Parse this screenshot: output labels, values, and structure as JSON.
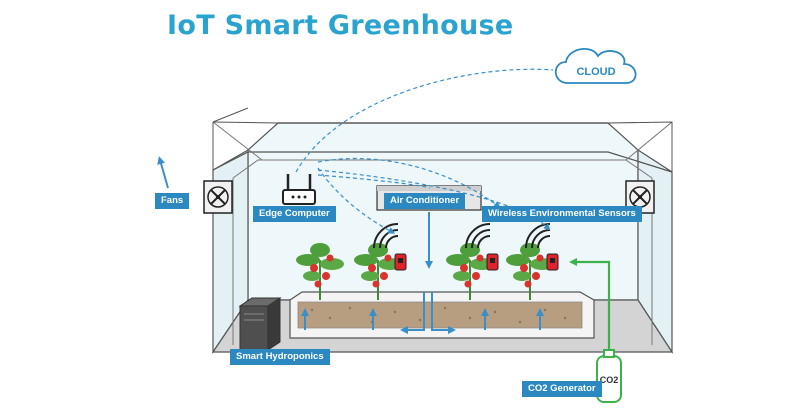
{
  "title": "IoT Smart Greenhouse",
  "cloud_label": "CLOUD",
  "labels": {
    "fans": "Fans",
    "edge_computer": "Edge Computer",
    "air_conditioner": "Air Conditioner",
    "wireless_sensors": "Wireless Environmental Sensors",
    "smart_hydroponics": "Smart Hydroponics",
    "co2_generator": "CO2 Generator",
    "co2_tank": "CO2"
  },
  "colors": {
    "title": "#2aa3cf",
    "label_bg": "#2b88c1",
    "flow_arrow": "#3a8fc9",
    "co2_line": "#3bb34a",
    "sensor": "#e0222c",
    "glass": "#e9f4f7"
  }
}
